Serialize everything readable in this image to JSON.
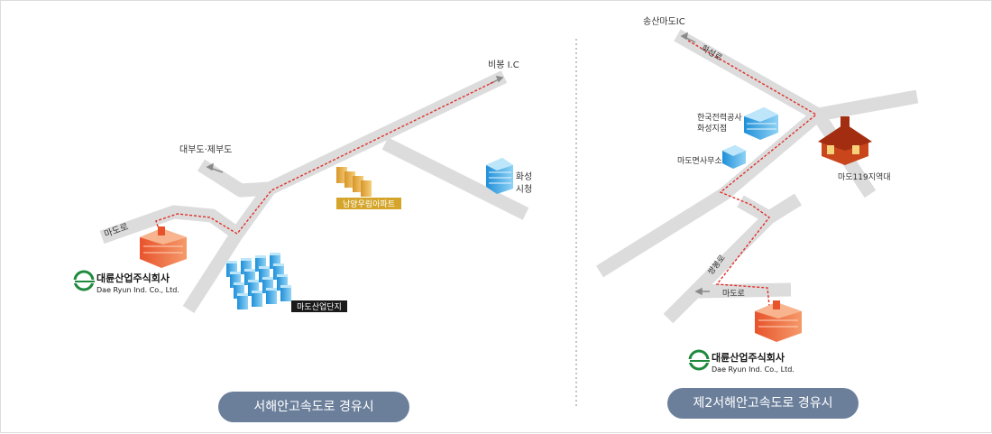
{
  "left_map": {
    "road_labels": {
      "bibong": "비봉 I.C",
      "daebudo": "대부도·제부도",
      "mado_ro": "마도로"
    },
    "landmarks": {
      "apartment": "남양우림아파트",
      "city_hall_line1": "화성",
      "city_hall_line2": "시청",
      "industrial": "마도산업단지"
    },
    "company": {
      "name_ko": "대륜산업주식회사",
      "name_en": "Dae Ryun Ind. Co., Ltd."
    },
    "button_label": "서해안고속도로 경유시"
  },
  "right_map": {
    "road_labels": {
      "songsan": "송산마도IC",
      "hwaseong_ro": "화성로",
      "ssangbong_ro": "쌍봉로",
      "mado_ro": "마도로"
    },
    "landmarks": {
      "kepco_line1": "한국전력공사",
      "kepco_line2": "화성지점",
      "mado_office": "마도면사무소",
      "fire_station": "마도119지역대"
    },
    "company": {
      "name_ko": "대륜산업주식회사",
      "name_en": "Dae Ryun Ind. Co., Ltd."
    },
    "button_label": "제2서해안고속도로 경유시"
  },
  "colors": {
    "road": "#dcdcdc",
    "route": "#e0302a",
    "button": "#6b7f9b",
    "company_green": "#1f8a3c",
    "apartment_label_bg": "#d4a52a",
    "industrial_label_bg": "#1a1a1a"
  }
}
